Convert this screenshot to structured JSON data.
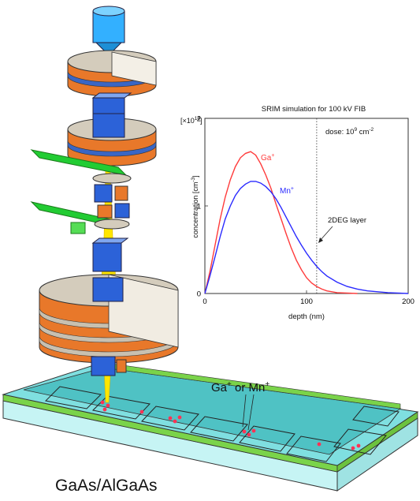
{
  "figure": {
    "substrate_label": "GaAs/AlGaAs",
    "ion_label_prefix": "Ga",
    "ion_label_middle": " or Mn",
    "ion_charge": "+"
  },
  "colors": {
    "ga_curve": "#ff3b3b",
    "mn_curve": "#2a2aff",
    "beam": "#ffe600",
    "lens_top": "#c8c0b0",
    "lens_bottom": "#e8782a",
    "source": "#33b0ff",
    "deflector": "#2c62d8",
    "aperture_strip": "#22cc33",
    "wafer_top": "#7fdfe0",
    "wafer_edge_green": "#7ad34a"
  },
  "chart_data": {
    "type": "line",
    "title": "SRIM simulation for 100 kV FIB",
    "xlabel": "depth (nm)",
    "ylabel": "concentration [cm",
    "ylabel_sup": "-3",
    "ylabel_end": "]",
    "y_multiplier_prefix": "[×10",
    "y_multiplier_exp": "14",
    "y_multiplier_suffix": "]",
    "annotation_dose_prefix": "dose: 10",
    "annotation_dose_exp": "9",
    "annotation_dose_unit": " cm",
    "annotation_dose_unit_exp": "-2",
    "annotation_layer": "2DEG layer",
    "layer_depth": 110,
    "xlim": [
      0,
      200
    ],
    "ylim": [
      0,
      2
    ],
    "x_ticks": [
      "0",
      "100",
      "200"
    ],
    "y_ticks": [
      "0",
      "1",
      "2"
    ],
    "series": [
      {
        "name": "Ga",
        "charge": "+",
        "x": [
          0,
          5,
          10,
          15,
          20,
          25,
          30,
          35,
          40,
          45,
          50,
          55,
          60,
          65,
          70,
          75,
          80,
          85,
          90,
          95,
          100,
          105,
          110,
          115,
          120,
          125,
          130,
          140,
          150
        ],
        "y": [
          0.0,
          0.25,
          0.55,
          0.85,
          1.1,
          1.3,
          1.45,
          1.55,
          1.6,
          1.62,
          1.58,
          1.48,
          1.35,
          1.2,
          1.02,
          0.85,
          0.68,
          0.52,
          0.38,
          0.27,
          0.18,
          0.12,
          0.08,
          0.05,
          0.03,
          0.02,
          0.01,
          0.005,
          0.0
        ]
      },
      {
        "name": "Mn",
        "charge": "+",
        "x": [
          0,
          5,
          10,
          15,
          20,
          25,
          30,
          35,
          40,
          45,
          50,
          55,
          60,
          65,
          70,
          75,
          80,
          85,
          90,
          95,
          100,
          105,
          110,
          115,
          120,
          130,
          140,
          150,
          160,
          170,
          180,
          190,
          200
        ],
        "y": [
          0.0,
          0.2,
          0.42,
          0.65,
          0.85,
          1.0,
          1.12,
          1.2,
          1.25,
          1.28,
          1.28,
          1.26,
          1.22,
          1.16,
          1.08,
          0.98,
          0.87,
          0.76,
          0.65,
          0.55,
          0.46,
          0.38,
          0.31,
          0.25,
          0.2,
          0.13,
          0.08,
          0.05,
          0.03,
          0.02,
          0.01,
          0.005,
          0.0
        ]
      }
    ]
  }
}
